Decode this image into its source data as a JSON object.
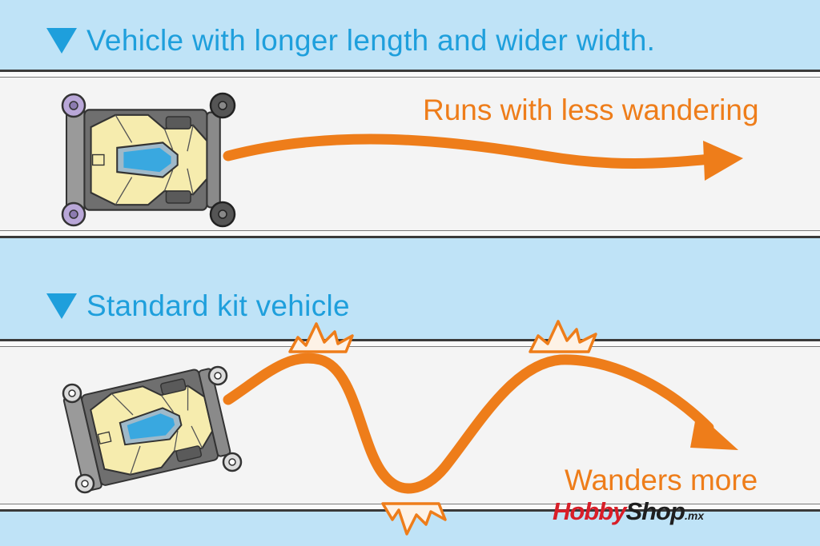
{
  "top_panel": {
    "heading": "Vehicle with longer length and wider width.",
    "note": "Runs with less wandering"
  },
  "bottom_panel": {
    "heading": "Standard kit vehicle",
    "note": "Wanders more"
  },
  "watermark": {
    "part1": "Hobby",
    "part2": "Shop",
    "part3": ".mx"
  },
  "colors": {
    "heading": "#1e9fdc",
    "arrow": "#ee7d1a",
    "background": "#bfe3f7",
    "car_body": "#f6ecae"
  }
}
